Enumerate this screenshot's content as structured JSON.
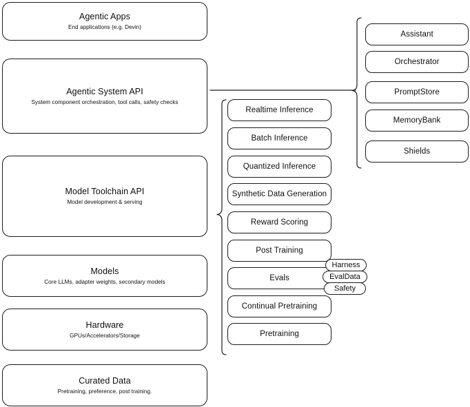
{
  "diagram": {
    "title": "AI stack layers diagram",
    "stroke_color": "#1a1a1a",
    "background_color": "#ffffff"
  },
  "layers": [
    {
      "name": "agentic-apps",
      "title": "Agentic Apps",
      "subtitle": "End applications (e.g. Devin)"
    },
    {
      "name": "agentic-system-api",
      "title": "Agentic System API",
      "subtitle": "System component orchestration, tool calls, safety checks"
    },
    {
      "name": "model-toolchain-api",
      "title": "Model Toolchain API",
      "subtitle": "Model development & serving"
    },
    {
      "name": "models",
      "title": "Models",
      "subtitle": "Core LLMs, adapter weights, secondary models"
    },
    {
      "name": "hardware",
      "title": "Hardware",
      "subtitle": "GPUs/Accelerators/Storage"
    },
    {
      "name": "curated-data",
      "title": "Curated Data",
      "subtitle": "Pretraining, preference, post training."
    }
  ],
  "toolchain_components": [
    {
      "name": "realtime-inference",
      "label": "Realtime Inference"
    },
    {
      "name": "batch-inference",
      "label": "Batch Inference"
    },
    {
      "name": "quantized-inference",
      "label": "Quantized Inference"
    },
    {
      "name": "synthetic-data-generation",
      "label": "Synthetic Data Generation"
    },
    {
      "name": "reward-scoring",
      "label": "Reward Scoring"
    },
    {
      "name": "post-training",
      "label": "Post Training"
    },
    {
      "name": "evals",
      "label": "Evals"
    },
    {
      "name": "continual-pretraining",
      "label": "Continual Pretraining"
    },
    {
      "name": "pretraining",
      "label": "Pretraining"
    }
  ],
  "system_components": [
    {
      "name": "assistant",
      "label": "Assistant"
    },
    {
      "name": "orchestrator",
      "label": "Orchestrator"
    },
    {
      "name": "promptstore",
      "label": "PromptStore"
    },
    {
      "name": "memorybank",
      "label": "MemoryBank"
    },
    {
      "name": "shields",
      "label": "Shields"
    }
  ],
  "evals_tags": [
    {
      "name": "harness",
      "label": "Harness"
    },
    {
      "name": "evaldata",
      "label": "EvalData"
    },
    {
      "name": "safety",
      "label": "Safety"
    }
  ]
}
